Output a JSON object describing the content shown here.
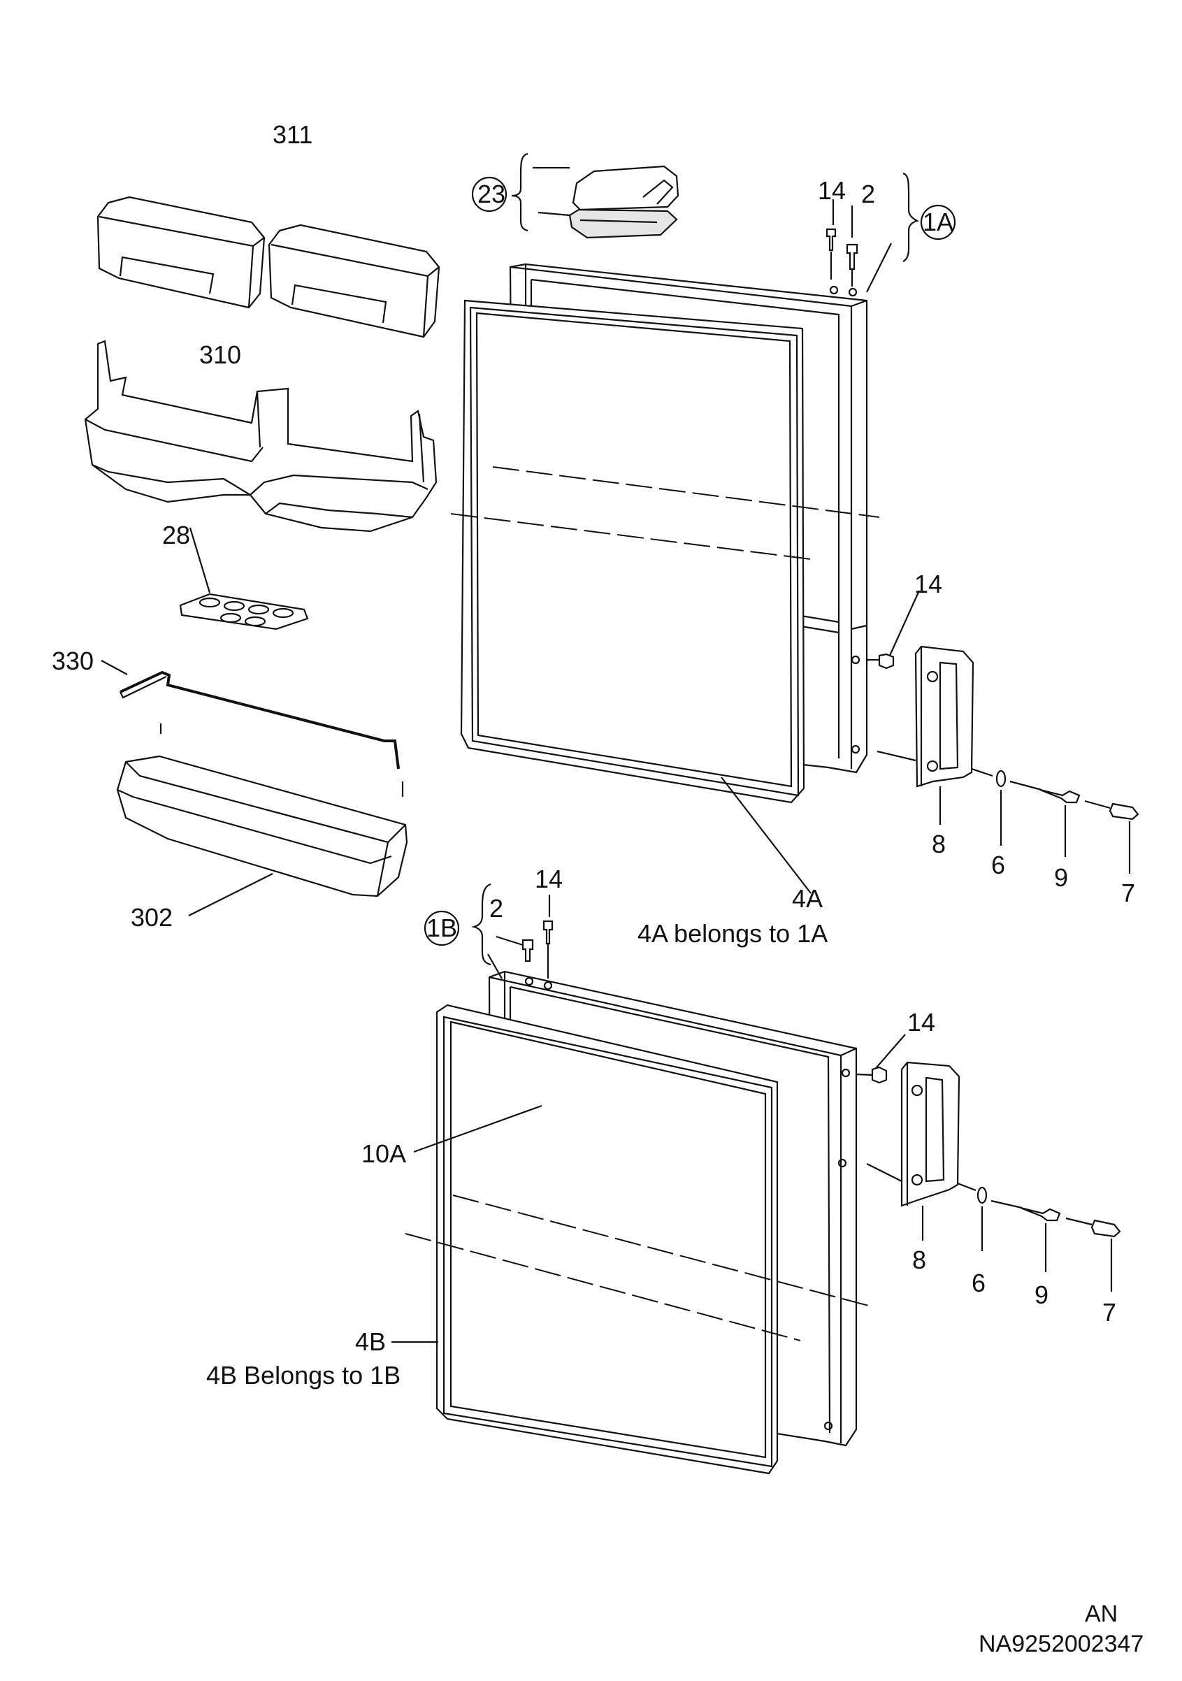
{
  "labels": {
    "p311": "311",
    "p310": "310",
    "p28": "28",
    "p330": "330",
    "p302": "302",
    "p23": "23",
    "p1A": "1A",
    "p1B": "1B",
    "p14_top": "14",
    "p2_top": "2",
    "p14_handle_top": "14",
    "p8_top": "8",
    "p6_top": "6",
    "p9_top": "9",
    "p7_top": "7",
    "p4A": "4A",
    "p4A_note": "4A belongs to 1A",
    "p2_bottom": "2",
    "p14_bottom": "14",
    "p14_handle_bottom": "14",
    "p10A": "10A",
    "p8_bottom": "8",
    "p6_bottom": "6",
    "p9_bottom": "9",
    "p7_bottom": "7",
    "p4B": "4B",
    "p4B_note": "4B  Belongs to 1B"
  },
  "footer": {
    "code1": "AN",
    "code2": "NA9252002347"
  }
}
